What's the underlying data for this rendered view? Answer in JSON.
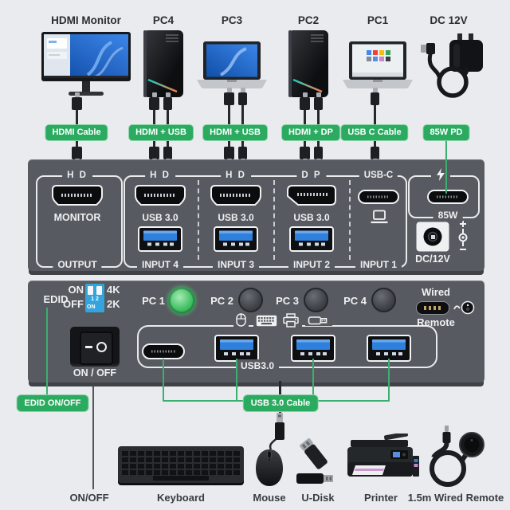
{
  "colors": {
    "accent_green": "#2bab60",
    "panel_gray": "#575a60",
    "usb_blue": "#2f80dc",
    "dip_blue": "#35a3dc",
    "background": "#e9ebee",
    "pc1_button_green": "#3fbf63"
  },
  "devices": {
    "monitor": "HDMI Monitor",
    "pc4": "PC4",
    "pc3": "PC3",
    "pc2": "PC2",
    "pc1": "PC1",
    "dc": "DC 12V"
  },
  "tags": {
    "t1": "HDMI Cable",
    "t2": "HDMI + USB",
    "t3": "HDMI + USB",
    "t4": "HDMI + DP",
    "t5": "USB C Cable",
    "t6": "85W PD"
  },
  "back_panel": {
    "hd": "H D",
    "dp": "D P",
    "usbc": "USB-C",
    "monitor": "MONITOR",
    "usb30": "USB 3.0",
    "output": "OUTPUT",
    "input4": "INPUT 4",
    "input3": "INPUT 3",
    "input2": "INPUT 2",
    "input1": "INPUT 1",
    "watt": "85W",
    "dc": "DC/12V"
  },
  "front_panel": {
    "edid": "EDID",
    "on": "ON",
    "off": "OFF",
    "res_hi": "4K",
    "res_lo": "2K",
    "dip_nums": "1 2",
    "dip_on": "ON",
    "power_switch": "ON / OFF",
    "pc1": "PC 1",
    "pc2": "PC 2",
    "pc3": "PC 3",
    "pc4": "PC 4",
    "wired": "Wired",
    "remote": "Remote",
    "usb_group": "USB3.0"
  },
  "callouts": {
    "edid": "EDID ON/OFF",
    "usb": "USB 3.0 Cable"
  },
  "bottom_row": {
    "onoff": "ON/OFF",
    "keyboard": "Keyboard",
    "mouse": "Mouse",
    "udisk": "U-Disk",
    "printer": "Printer",
    "remote": "1.5m Wired Remote"
  },
  "icons": {
    "lightning": "fast-charge bolt",
    "laptop": "laptop outline",
    "polarity": "dc center-positive polarity",
    "mouse": "mouse",
    "keyboard": "keyboard",
    "printer": "printer",
    "usb_drive": "usb flash drive",
    "remote": "wired remote"
  }
}
